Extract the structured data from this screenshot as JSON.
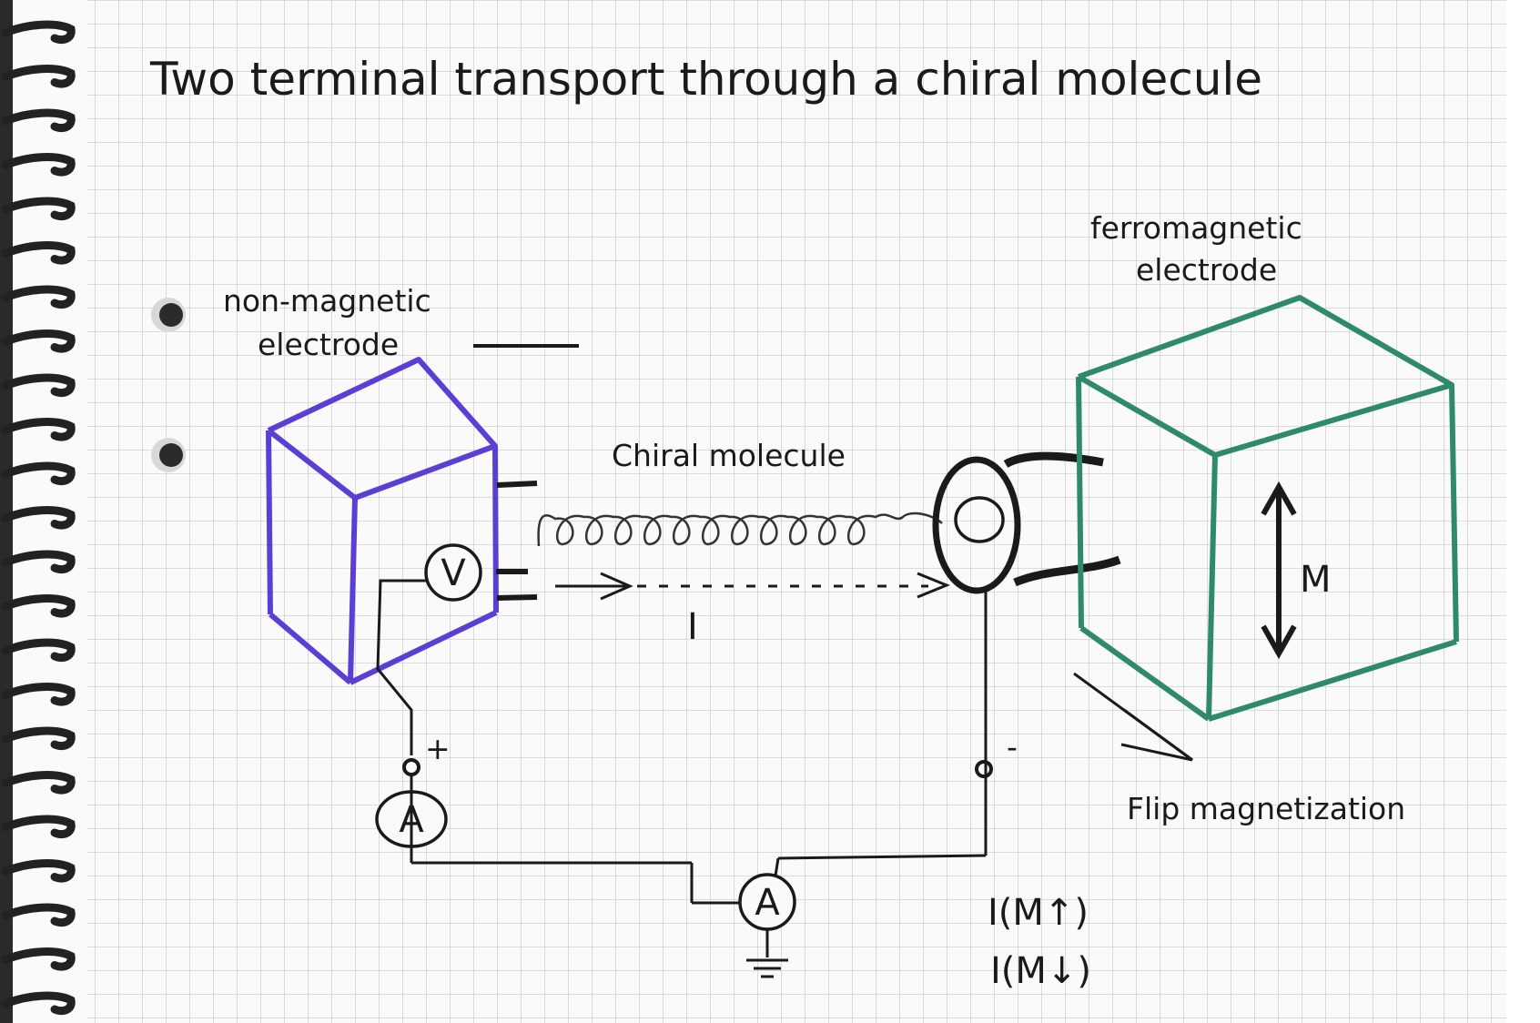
{
  "title": "Two terminal transport through a chiral molecule",
  "labels": {
    "non_magnetic_line1": "non-magnetic",
    "non_magnetic_line2": "electrode",
    "ferro_line1": "ferromagnetic",
    "ferro_line2": "electrode",
    "chiral_molecule": "Chiral molecule",
    "current": "I",
    "magnetization": "M",
    "flip": "Flip magnetization",
    "voltmeter": "V",
    "ammeter": "A",
    "plus": "+",
    "minus": "-",
    "current_up": "I(M↑)",
    "current_down": "I(M↓)"
  },
  "colors": {
    "non_magnetic_electrode": "#5b3fd4",
    "ferromagnetic_electrode": "#2f8a68",
    "ink": "#1a1a1a",
    "grid": "#c9c9c9",
    "paper": "#fafafa"
  },
  "icons": {
    "spiral_binding": "notebook-spiral",
    "punch_holes": "binder-hole",
    "ground": "ground-symbol"
  }
}
